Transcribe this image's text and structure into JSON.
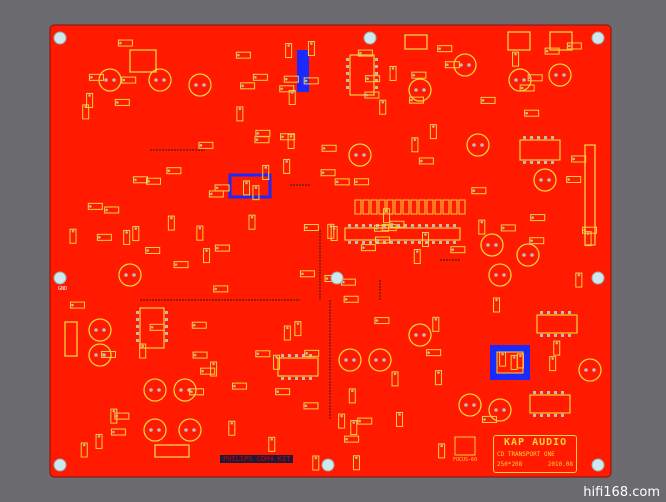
{
  "board": {
    "brand": "KAP AUDIO",
    "product": "CD TRANSPORT ONE",
    "size": "250*208",
    "date": "2010.08",
    "focus_label": "FOCUS-60",
    "kit_label": "PHILIPS CDM4 KIT",
    "gnd_label": "GND"
  },
  "colors": {
    "copper": "#ff1a00",
    "silk": "#ffd23a",
    "background": "#6c6c70",
    "bottom": "#1a2aff"
  },
  "watermark": "hifi168.com"
}
